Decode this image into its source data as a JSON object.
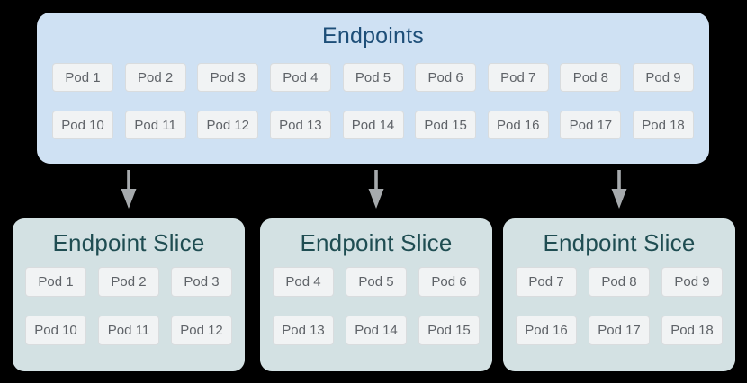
{
  "endpoints": {
    "title": "Endpoints",
    "rows": [
      [
        "Pod 1",
        "Pod 2",
        "Pod 3",
        "Pod 4",
        "Pod 5",
        "Pod 6",
        "Pod 7",
        "Pod 8",
        "Pod 9"
      ],
      [
        "Pod 10",
        "Pod 11",
        "Pod 12",
        "Pod 13",
        "Pod 14",
        "Pod 15",
        "Pod 16",
        "Pod 17",
        "Pod 18"
      ]
    ]
  },
  "slices": [
    {
      "title": "Endpoint Slice",
      "rows": [
        [
          "Pod 1",
          "Pod 2",
          "Pod 3"
        ],
        [
          "Pod 10",
          "Pod 11",
          "Pod 12"
        ]
      ]
    },
    {
      "title": "Endpoint Slice",
      "rows": [
        [
          "Pod 4",
          "Pod 5",
          "Pod 6"
        ],
        [
          "Pod 13",
          "Pod 14",
          "Pod 15"
        ]
      ]
    },
    {
      "title": "Endpoint Slice",
      "rows": [
        [
          "Pod 7",
          "Pod 8",
          "Pod 9"
        ],
        [
          "Pod 16",
          "Pod 17",
          "Pod 18"
        ]
      ]
    }
  ],
  "icons": {
    "arrow": "arrow-down-icon"
  },
  "colors": {
    "background": "#000000",
    "endpoints_box": "#cfe1f3",
    "endpoints_title": "#1d4e78",
    "slice_box": "#d3e1e3",
    "slice_title": "#1f4d52",
    "pod_bg": "#f1f3f4",
    "pod_border": "#d9dcde",
    "pod_text": "#5f6368",
    "arrow": "#a6aaad"
  }
}
